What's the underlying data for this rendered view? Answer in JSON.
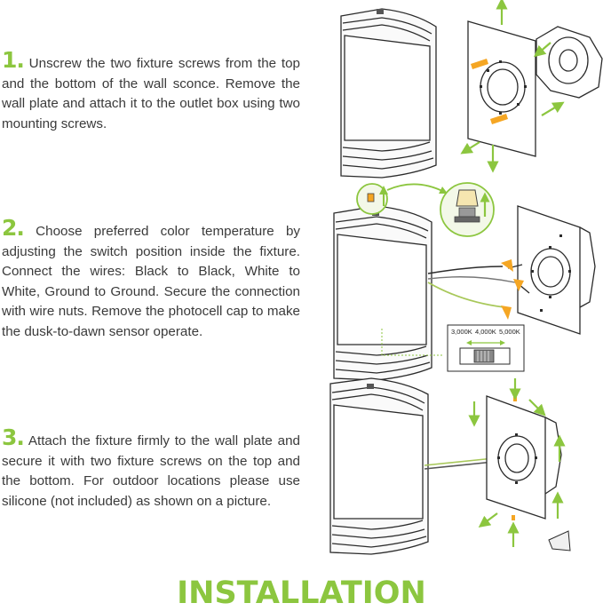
{
  "steps": [
    {
      "number": "1.",
      "text": "Unscrew the two fixture screws from the top and the bottom of the wall sconce. Remove the wall plate and attach it to the outlet box using two mounting screws."
    },
    {
      "number": "2.",
      "text": "Choose preferred color temperature by adjusting the switch position inside the fixture. Connect the wires: Black to Black, White to White, Ground to Ground. Secure the connection with wire nuts. Remove the photocell cap to make the dusk-to-dawn sensor operate."
    },
    {
      "number": "3.",
      "text": "Attach the fixture firmly to the wall plate and secure it with two fixture screws on the top and the bottom. For outdoor locations please use silicone (not included) as shown on a picture."
    }
  ],
  "title": "INSTALLATION",
  "switch": {
    "labels": [
      "3,000K",
      "4,000K",
      "5,000K"
    ]
  },
  "colors": {
    "accent_green": "#8cc63f",
    "arrow_green": "#8cc63f",
    "screw_orange": "#f5a623",
    "wire_green": "#a8c85a",
    "line_dark": "#2b2b2b"
  },
  "icons": [
    "sconce-fixture",
    "wall-plate",
    "outlet-box",
    "screw",
    "arrow",
    "photocell-cap",
    "color-switch",
    "wire-nut",
    "silicone-tube"
  ]
}
